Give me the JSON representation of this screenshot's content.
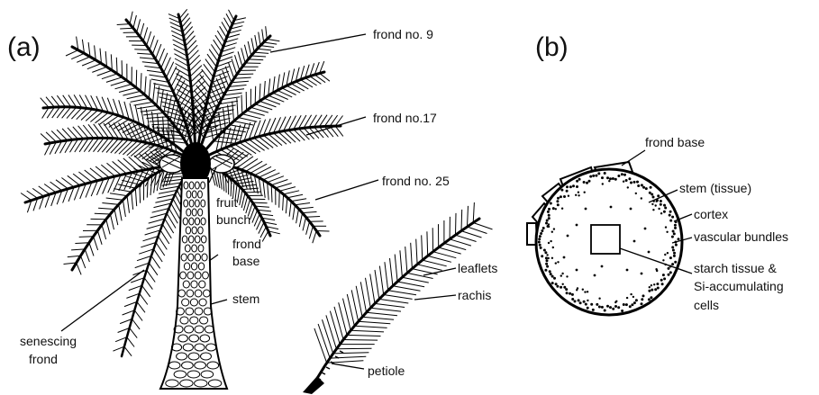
{
  "panels": {
    "a": "(a)",
    "b": "(b)"
  },
  "labels_a": {
    "frond_9": "frond no. 9",
    "frond_17": "frond no.17",
    "frond_25": "frond no. 25",
    "fruit_1": "fruit",
    "fruit_2": "bunch",
    "frond_base_1": "frond",
    "frond_base_2": "base",
    "stem": "stem",
    "senescing_1": "senescing",
    "senescing_2": "frond",
    "leaflets": "leaflets",
    "rachis": "rachis",
    "petiole": "petiole"
  },
  "labels_b": {
    "frond_base": "frond base",
    "stem_tissue": "stem (tissue)",
    "cortex": "cortex",
    "vascular": "vascular bundles",
    "starch_1": "starch tissue &",
    "starch_2": "Si-accumulating",
    "starch_3": "cells"
  }
}
